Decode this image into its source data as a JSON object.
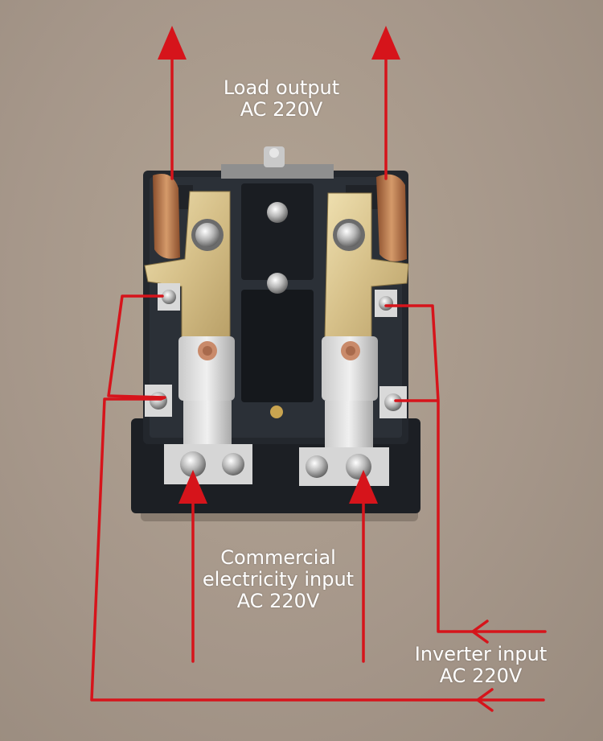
{
  "labels": {
    "load_output": {
      "line1": "Load output",
      "line2": "AC 220V"
    },
    "commercial_input": {
      "line1": "Commercial",
      "line2": "electricity input",
      "line3": "AC 220V"
    },
    "inverter_input": {
      "line1": "Inverter input",
      "line2": "AC 220V"
    }
  },
  "colors": {
    "arrow": "#d6141b",
    "background": "#a8998a",
    "relay_body": "#1e2126",
    "brass": "#d9c48f",
    "copper": "#b8794e"
  }
}
